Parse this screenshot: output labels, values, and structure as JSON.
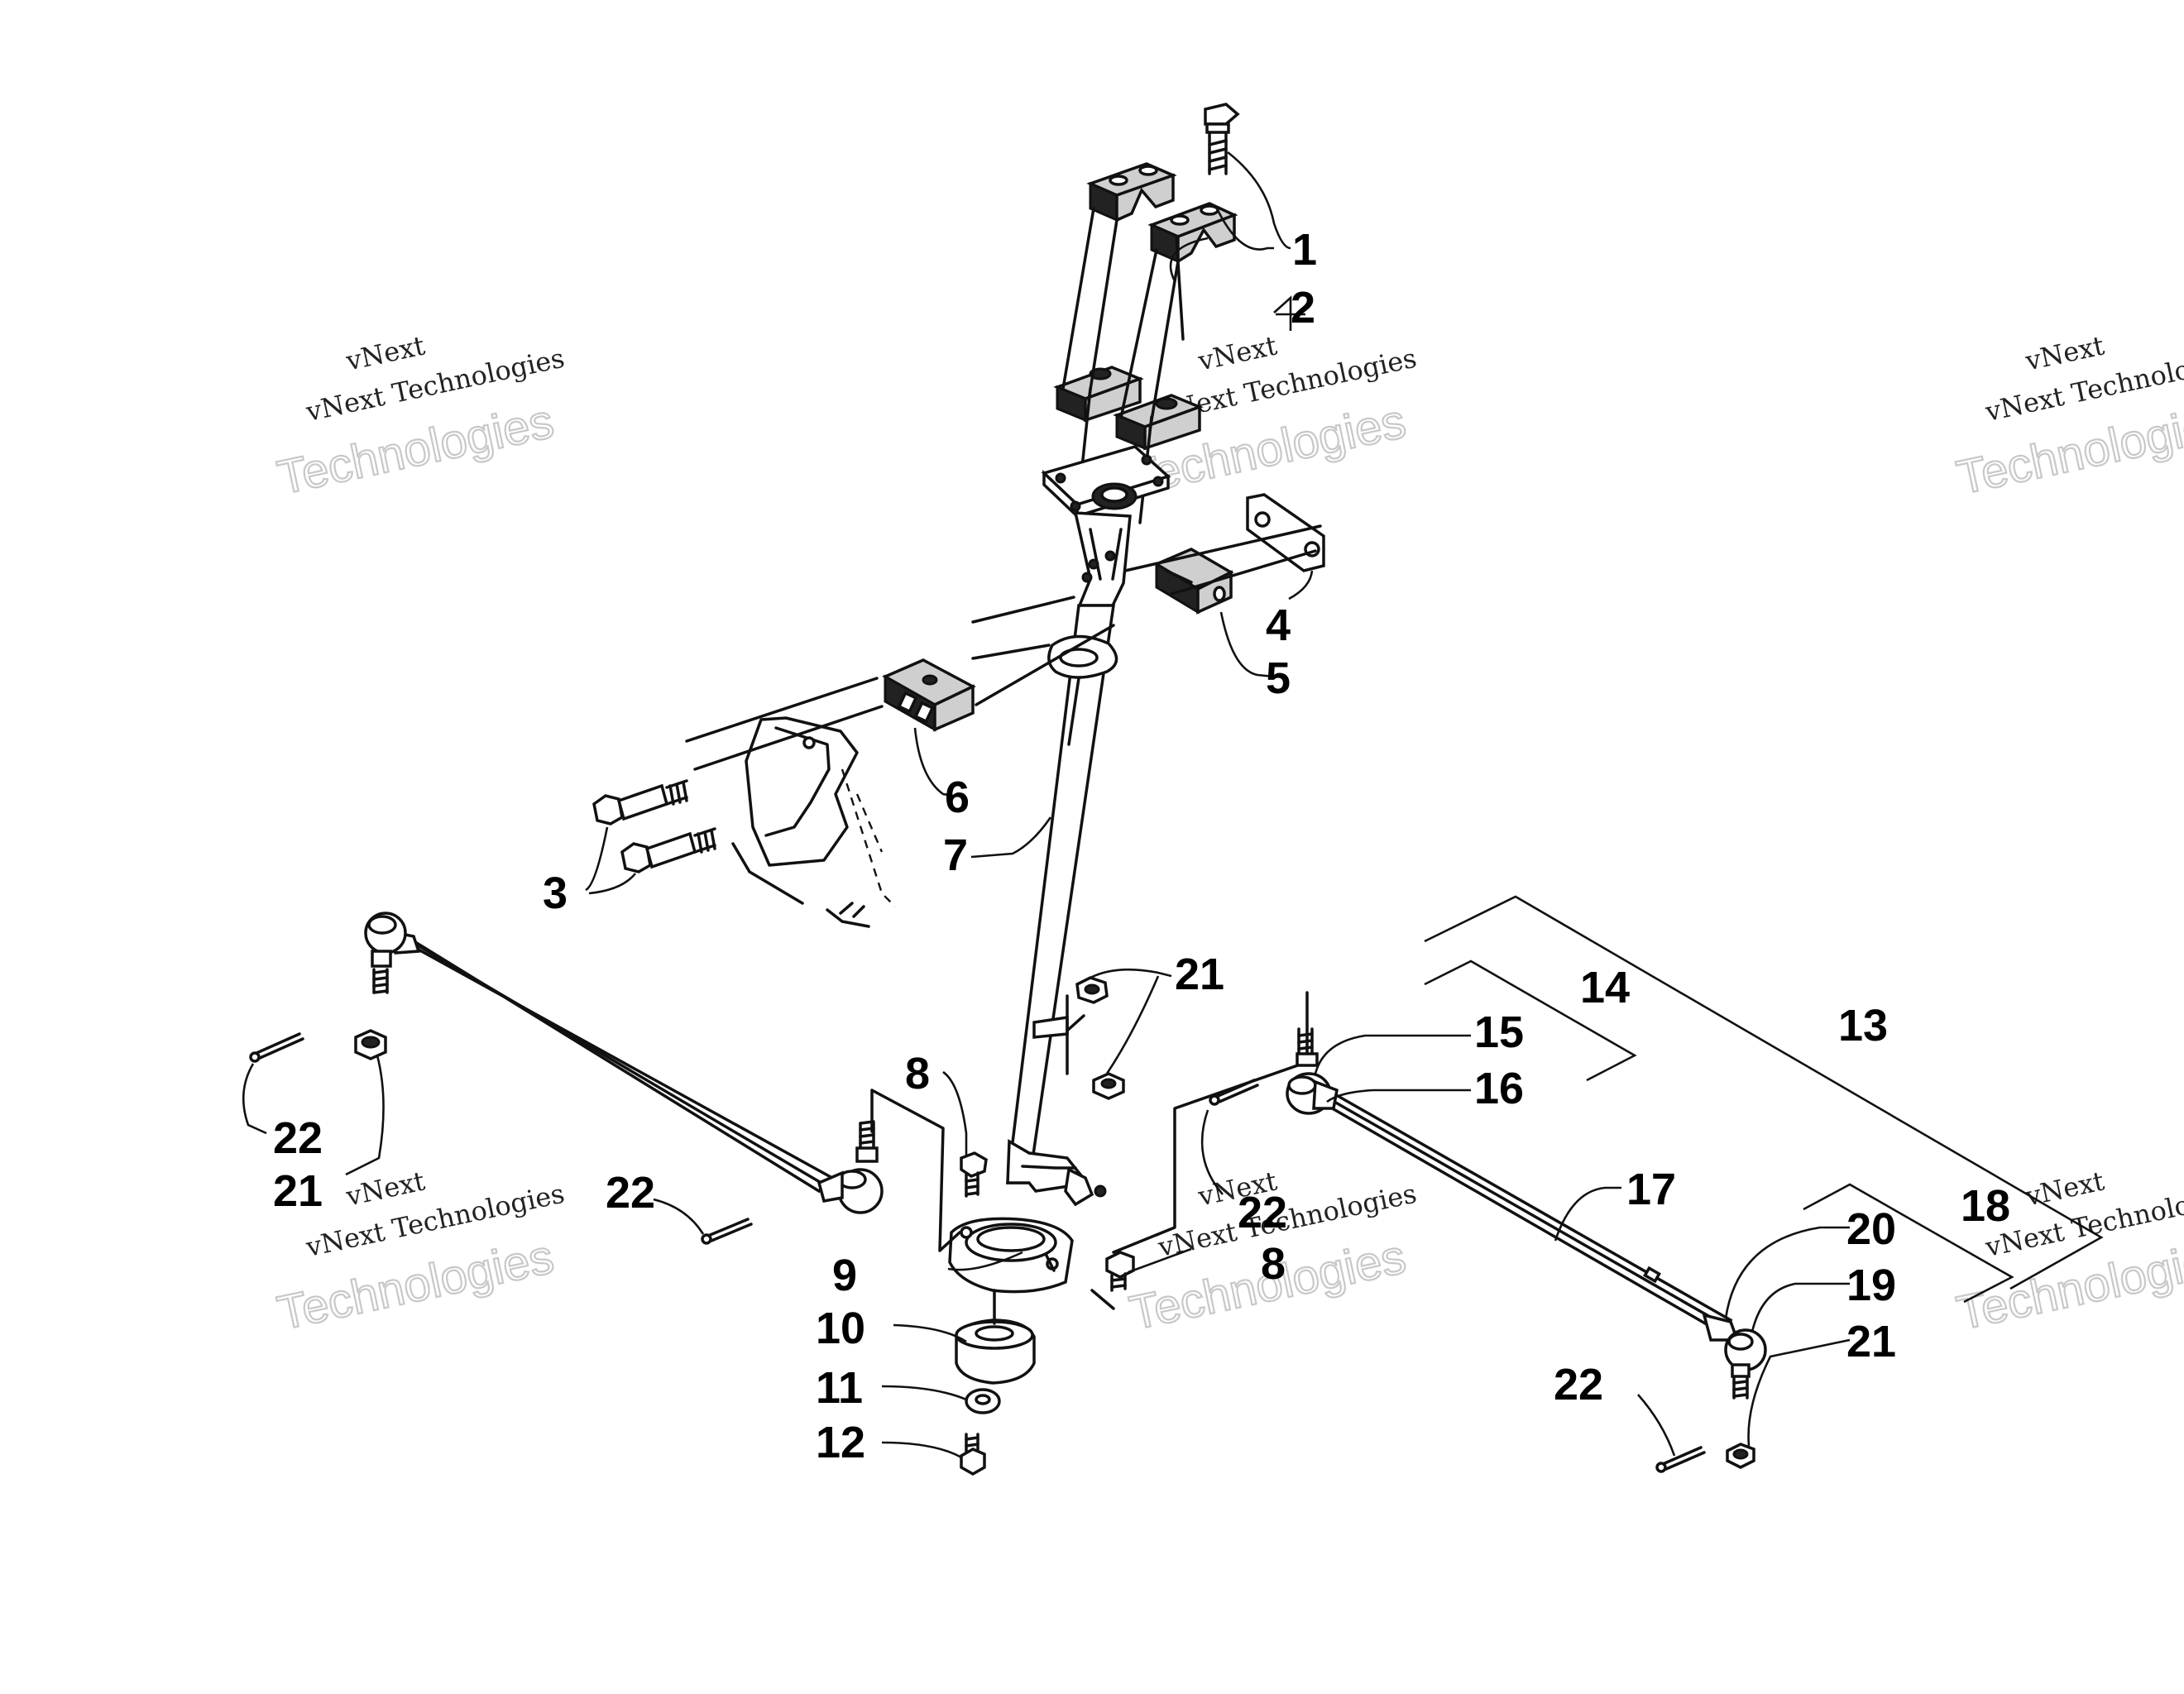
{
  "watermark": {
    "line1": "vNext",
    "line2": "vNext Technologies",
    "line3": "Technologies"
  },
  "callouts": {
    "c1": "1",
    "c2": "2",
    "c3": "3",
    "c4": "4",
    "c5": "5",
    "c6": "6",
    "c7": "7",
    "c8a": "8",
    "c8b": "8",
    "c9": "9",
    "c10": "10",
    "c11": "11",
    "c12": "12",
    "c13": "13",
    "c14": "14",
    "c15": "15",
    "c16": "16",
    "c17": "17",
    "c18": "18",
    "c19": "19",
    "c20": "20",
    "c21a": "21",
    "c21b": "21",
    "c21c": "21",
    "c22a": "22",
    "c22b": "22",
    "c22c": "22",
    "c22d": "22"
  }
}
